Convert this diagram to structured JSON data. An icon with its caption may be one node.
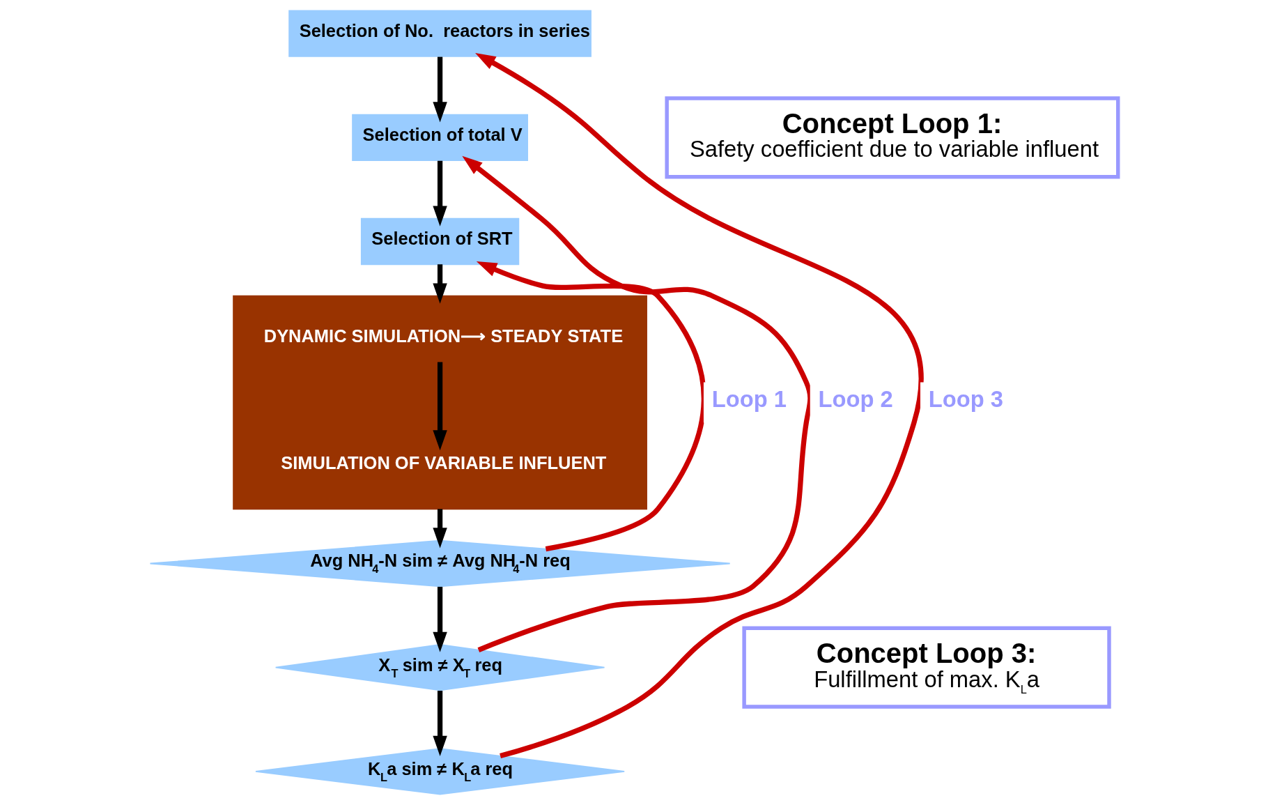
{
  "diagram": {
    "nodes": [
      {
        "text": [
          "Selection of No.  reactors in series"
        ]
      },
      {
        "text": [
          "Selection of total V"
        ]
      },
      {
        "text": [
          "Selection of SRT"
        ]
      },
      {
        "text": [],
        "shape": "box"
      },
      {
        "text": [
          "DYNAMIC SIMULATION⟶ STEADY STATE"
        ],
        "in": 3
      },
      {
        "text": [
          "SIMULATION OF VARIABLE INFLUENT"
        ],
        "in": 3
      },
      {
        "text": [
          "Avg NH$_{4}$-N sim ≠ Avg NH$_{4}$-N req"
        ]
      },
      {
        "text": [
          "X$_{T}$ sim ≠ X$_{T}$ req"
        ]
      },
      {
        "text": [
          "K$_{L}$a sim ≠ K$_{L}$a req"
        ]
      },
      {
        "text": [
          "Concept Loop 1:",
          "Safety coefficient due to variable influent"
        ]
      },
      {
        "text": [
          "Concept Loop 3:",
          "Fulfillment of max. K$_{L}$a"
        ]
      }
    ],
    "edges": [
      {
        "from": 0,
        "to": 1,
        "arrow": "to"
      },
      {
        "from": 1,
        "to": 2,
        "arrow": "to"
      },
      {
        "from": 2,
        "to": 3,
        "arrow": "to"
      },
      {
        "from": 4,
        "to": 5,
        "arrow": "to"
      },
      {
        "from": 3,
        "to": 6,
        "arrow": "to"
      },
      {
        "from": 6,
        "to": 7,
        "arrow": "to"
      },
      {
        "from": 7,
        "to": 8,
        "arrow": "to"
      },
      {
        "from": 6,
        "to": 2,
        "arrow": "to",
        "label": "Loop 1",
        "color": "#cc0000"
      },
      {
        "from": 7,
        "to": 1,
        "arrow": "to",
        "label": "Loop 2",
        "color": "#cc0000"
      },
      {
        "from": 8,
        "to": 0,
        "arrow": "to",
        "label": "Loop 3",
        "color": "#cc0000"
      }
    ]
  }
}
